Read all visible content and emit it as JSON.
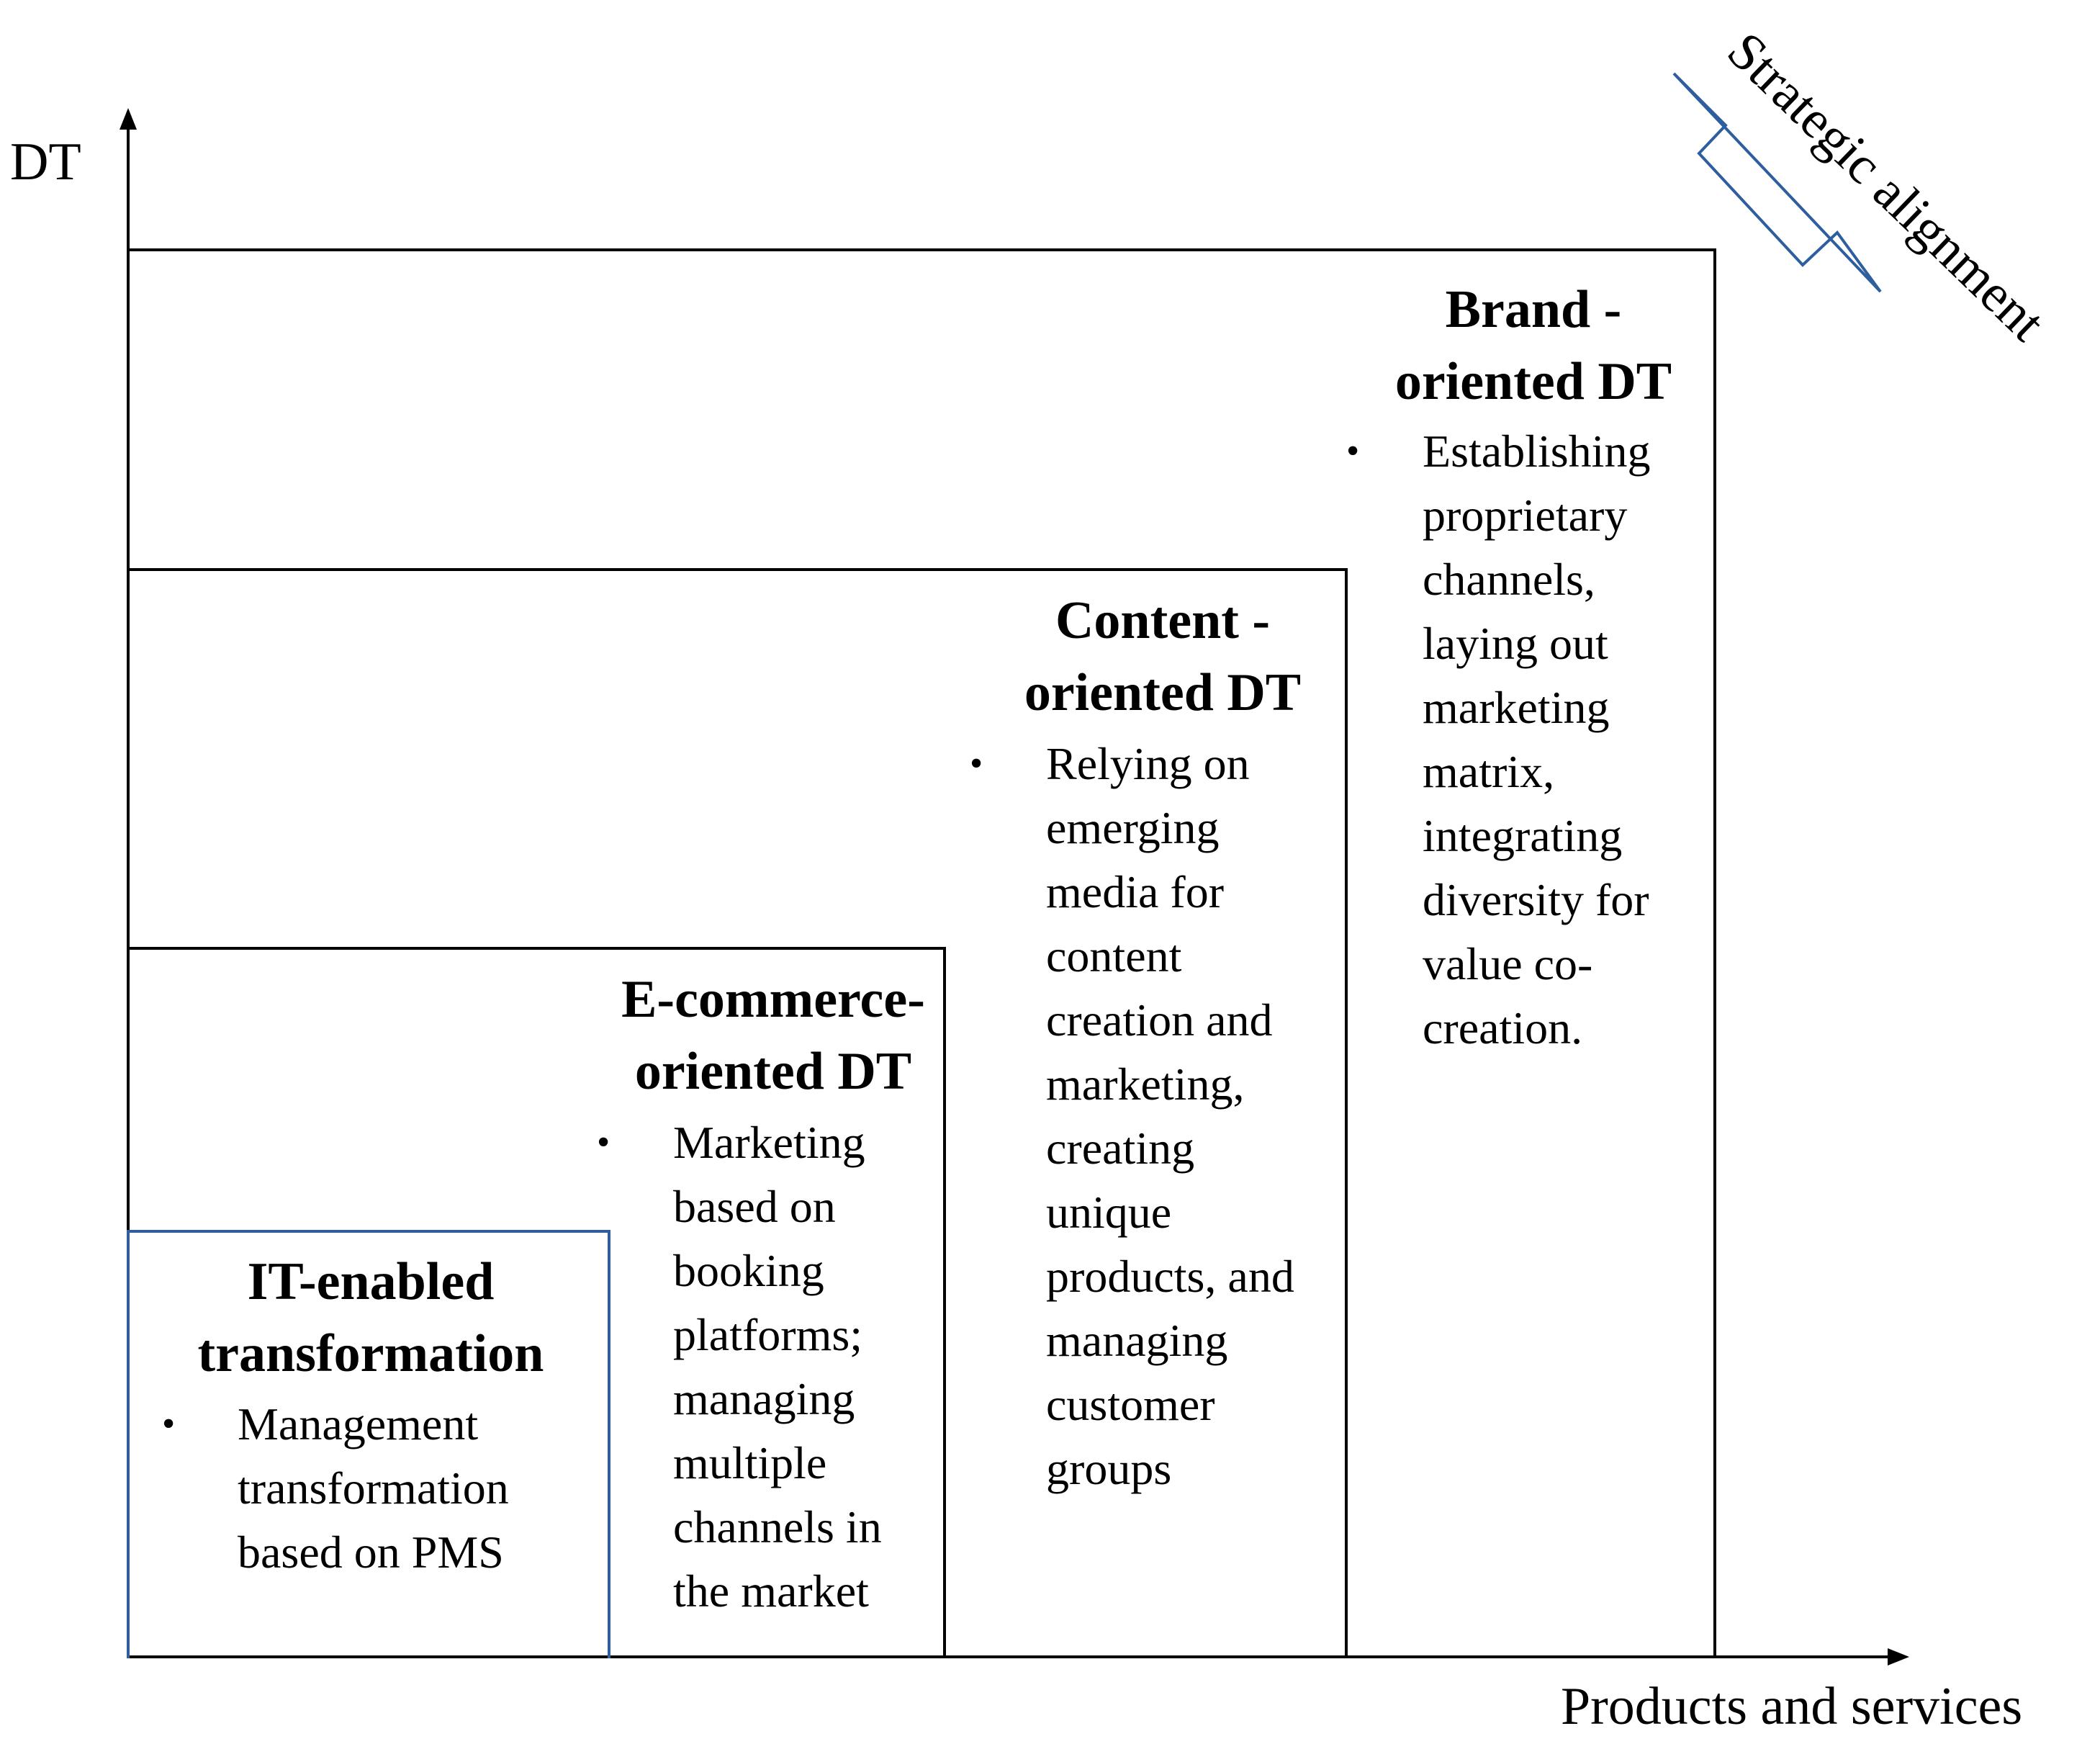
{
  "axes": {
    "y_label": "DT",
    "x_label": "Products and services"
  },
  "alignment": {
    "label": "Strategic alignment",
    "arrow_color": "#2e5e9e"
  },
  "stages": [
    {
      "title_lines": [
        "IT-enabled",
        "transformation"
      ],
      "bullet_lines": [
        "Management",
        "transformation",
        "based on PMS"
      ],
      "border_color": "#2e5e9e"
    },
    {
      "title_lines": [
        "E-commerce-",
        "oriented DT"
      ],
      "bullet_lines": [
        "Marketing",
        "based on",
        "booking",
        "platforms;",
        "managing",
        "multiple",
        "channels  in",
        "the market"
      ],
      "border_color": "#000000"
    },
    {
      "title_lines": [
        "Content -",
        "oriented DT"
      ],
      "bullet_lines": [
        "Relying on",
        "emerging",
        "media  for",
        "content",
        "creation and",
        "marketing,",
        "creating",
        "unique",
        "products,  and",
        "managing",
        "customer",
        "groups"
      ],
      "border_color": "#000000"
    },
    {
      "title_lines": [
        "Brand -",
        "oriented DT"
      ],
      "bullet_lines": [
        "Establishing",
        "proprietary",
        "channels,",
        "laying out",
        "marketing",
        "matrix,",
        "integrating",
        "diversity  for",
        "value co-",
        "creation."
      ],
      "border_color": "#000000"
    }
  ]
}
